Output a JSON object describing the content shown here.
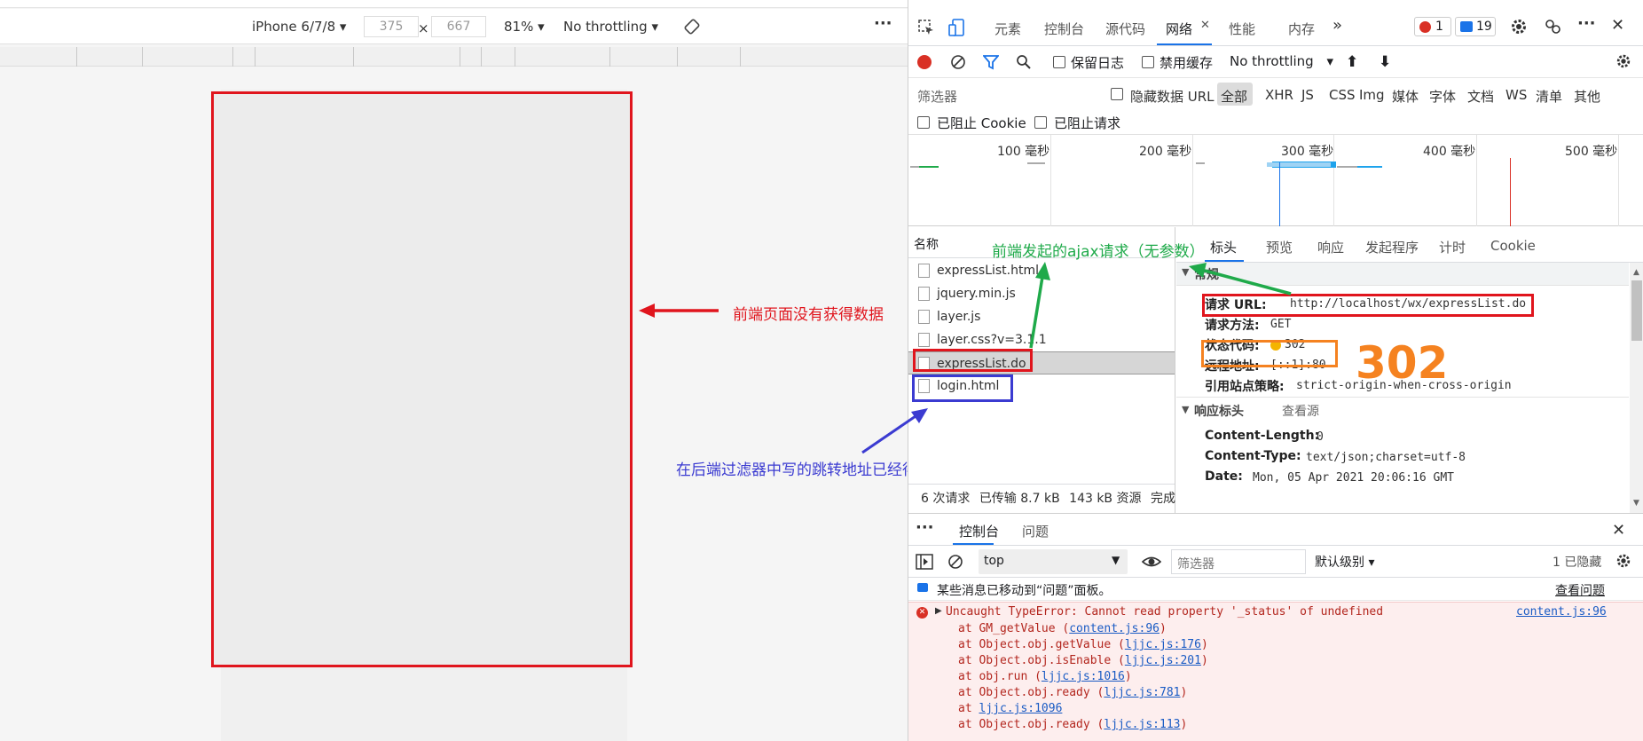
{
  "emulator": {
    "device": "iPhone 6/7/8",
    "width": "375",
    "height": "667",
    "times_sign": "×",
    "zoom": "81%",
    "throttling": "No throttling",
    "more_label": "···"
  },
  "devtools": {
    "tabs": [
      "元素",
      "控制台",
      "源代码",
      "网络",
      "性能",
      "内存"
    ],
    "active_tab": "网络",
    "more_tabs": "»",
    "error_count": "1",
    "message_count": "19",
    "more_label": "···",
    "close_label": "✕"
  },
  "network": {
    "preserve_log": "保留日志",
    "disable_cache": "禁用缓存",
    "throttling": "No throttling",
    "filter_placeholder": "筛选器",
    "hide_data_urls": "隐藏数据 URL",
    "types": [
      "全部",
      "XHR",
      "JS",
      "CSS",
      "Img",
      "媒体",
      "字体",
      "文档",
      "WS",
      "清单",
      "其他"
    ],
    "active_type": "全部",
    "blocked_cookies": "已阻止 Cookie",
    "blocked_requests": "已阻止请求",
    "timeline_labels": [
      "100 毫秒",
      "200 毫秒",
      "300 毫秒",
      "400 毫秒",
      "500 毫秒"
    ],
    "name_header": "名称",
    "requests": [
      "expressList.html",
      "jquery.min.js",
      "layer.js",
      "layer.css?v=3.1.1",
      "expressList.do",
      "login.html"
    ],
    "selected_request": "expressList.do",
    "summary": [
      "6 次请求",
      "已传输 8.7 kB",
      "143 kB 资源",
      "完成"
    ],
    "detail_tabs": [
      "标头",
      "预览",
      "响应",
      "发起程序",
      "计时",
      "Cookie"
    ],
    "active_detail_tab": "标头",
    "general_section": "常规",
    "general": [
      {
        "key": "请求 URL:",
        "value": "http://localhost/wx/expressList.do"
      },
      {
        "key": "请求方法:",
        "value": "GET"
      },
      {
        "key": "状态代码:",
        "value": "302"
      },
      {
        "key": "远程地址:",
        "value": "[::1]:80"
      },
      {
        "key": "引用站点策略:",
        "value": "strict-origin-when-cross-origin"
      }
    ],
    "response_section": "响应标头",
    "view_source": "查看源",
    "response_headers": [
      {
        "key": "Content-Length:",
        "value": "0"
      },
      {
        "key": "Content-Type:",
        "value": "text/json;charset=utf-8"
      },
      {
        "key": "Date:",
        "value": "Mon, 05 Apr 2021 20:06:16 GMT"
      }
    ]
  },
  "console": {
    "tabs": [
      "控制台",
      "问题"
    ],
    "active_tab": "控制台",
    "context": "top",
    "filter_placeholder": "筛选器",
    "level": "默认级别",
    "hidden_count": "1 已隐藏",
    "moved_notice": "某些消息已移动到“问题”面板。",
    "view_issues": "查看问题",
    "error_message": "Uncaught TypeError: Cannot read property '_status' of undefined",
    "error_source": "content.js:96",
    "stack": [
      {
        "prefix": "at GM_getValue (",
        "link": "content.js:96",
        "suffix": ")"
      },
      {
        "prefix": "at Object.obj.getValue (",
        "link": "ljjc.js:176",
        "suffix": ")"
      },
      {
        "prefix": "at Object.obj.isEnable (",
        "link": "ljjc.js:201",
        "suffix": ")"
      },
      {
        "prefix": "at obj.run (",
        "link": "ljjc.js:1016",
        "suffix": ")"
      },
      {
        "prefix": "at Object.obj.ready (",
        "link": "ljjc.js:781",
        "suffix": ")"
      },
      {
        "prefix": "at ",
        "link": "ljjc.js:1096",
        "suffix": ""
      },
      {
        "prefix": "at Object.obj.ready (",
        "link": "ljjc.js:113",
        "suffix": ")"
      }
    ]
  },
  "annotations": {
    "no_data": "前端页面没有获得数据",
    "ajax_request": "前端发起的ajax请求（无参数）",
    "redirect": "在后端过滤器中写的跳转地址已经得到，点击可以查看页面代码",
    "status_big": "302"
  },
  "colors": {
    "annotation_red": "#e0151d",
    "annotation_green": "#1faa4a",
    "annotation_blue": "#3b3bd1",
    "annotation_orange": "#f58220",
    "accent_blue": "#1a73e8",
    "record_red": "#d93025"
  }
}
